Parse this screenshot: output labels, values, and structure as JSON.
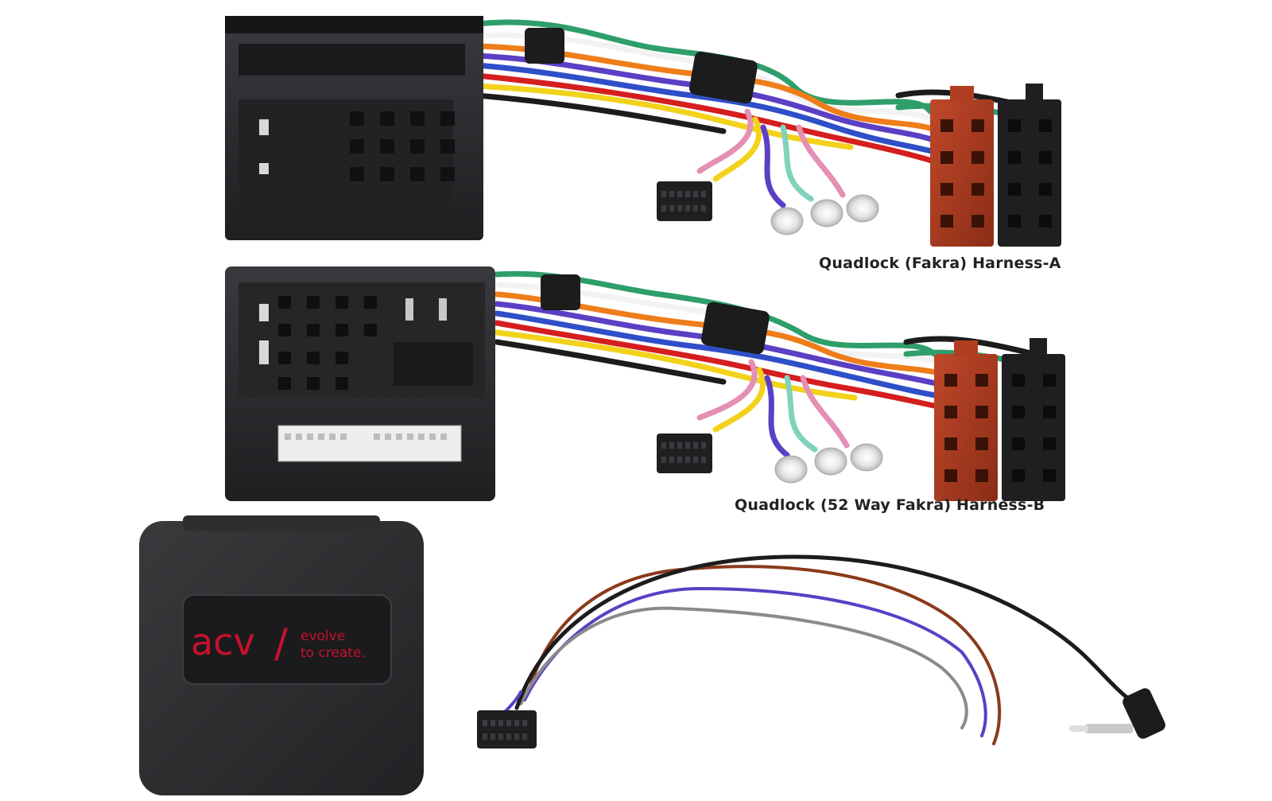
{
  "captions": {
    "harness_a": "Quadlock (Fakra) Harness-A",
    "harness_b": "Quadlock (52 Way Fakra) Harness-B"
  },
  "module_logo": {
    "brand": "acv",
    "slash": "/",
    "tagline_line1": "evolve",
    "tagline_line2": "to create."
  },
  "colors": {
    "connector_body": "#2a2a2d",
    "iso_red": "#a8381e",
    "module_case": "#2b2b2e",
    "logo_red": "#c8102e",
    "wire_purple": "#5b3fc4",
    "wire_brown": "#8a3a1a",
    "wire_green": "#2e9e6a",
    "wire_orange": "#ef7d1a",
    "wire_red": "#d51e1e",
    "wire_yellow": "#f2d21a",
    "wire_blue": "#2f4fc8",
    "wire_pink": "#e48fb4",
    "wire_teal": "#7fd3bd",
    "wire_white": "#f2f2f2",
    "wire_black": "#1c1c1c",
    "wire_grey": "#8a8a8a"
  }
}
